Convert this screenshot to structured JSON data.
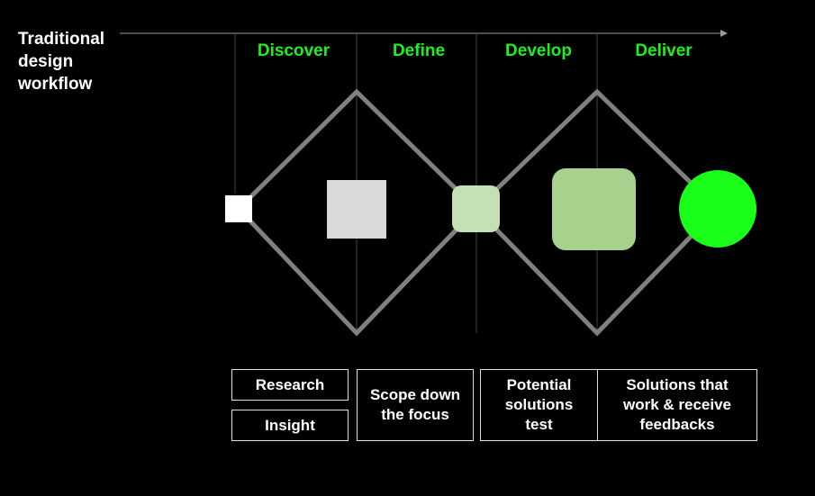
{
  "title": "Traditional design workflow",
  "phases": [
    "Discover",
    "Define",
    "Develop",
    "Deliver"
  ],
  "boxes": {
    "research": "Research",
    "insight": "Insight",
    "scope": "Scope down the focus",
    "potential": "Potential solutions test",
    "solutions": "Solutions that work & receive feedbacks"
  },
  "colors": {
    "accent": "#1ef01e",
    "line": "#808080"
  }
}
